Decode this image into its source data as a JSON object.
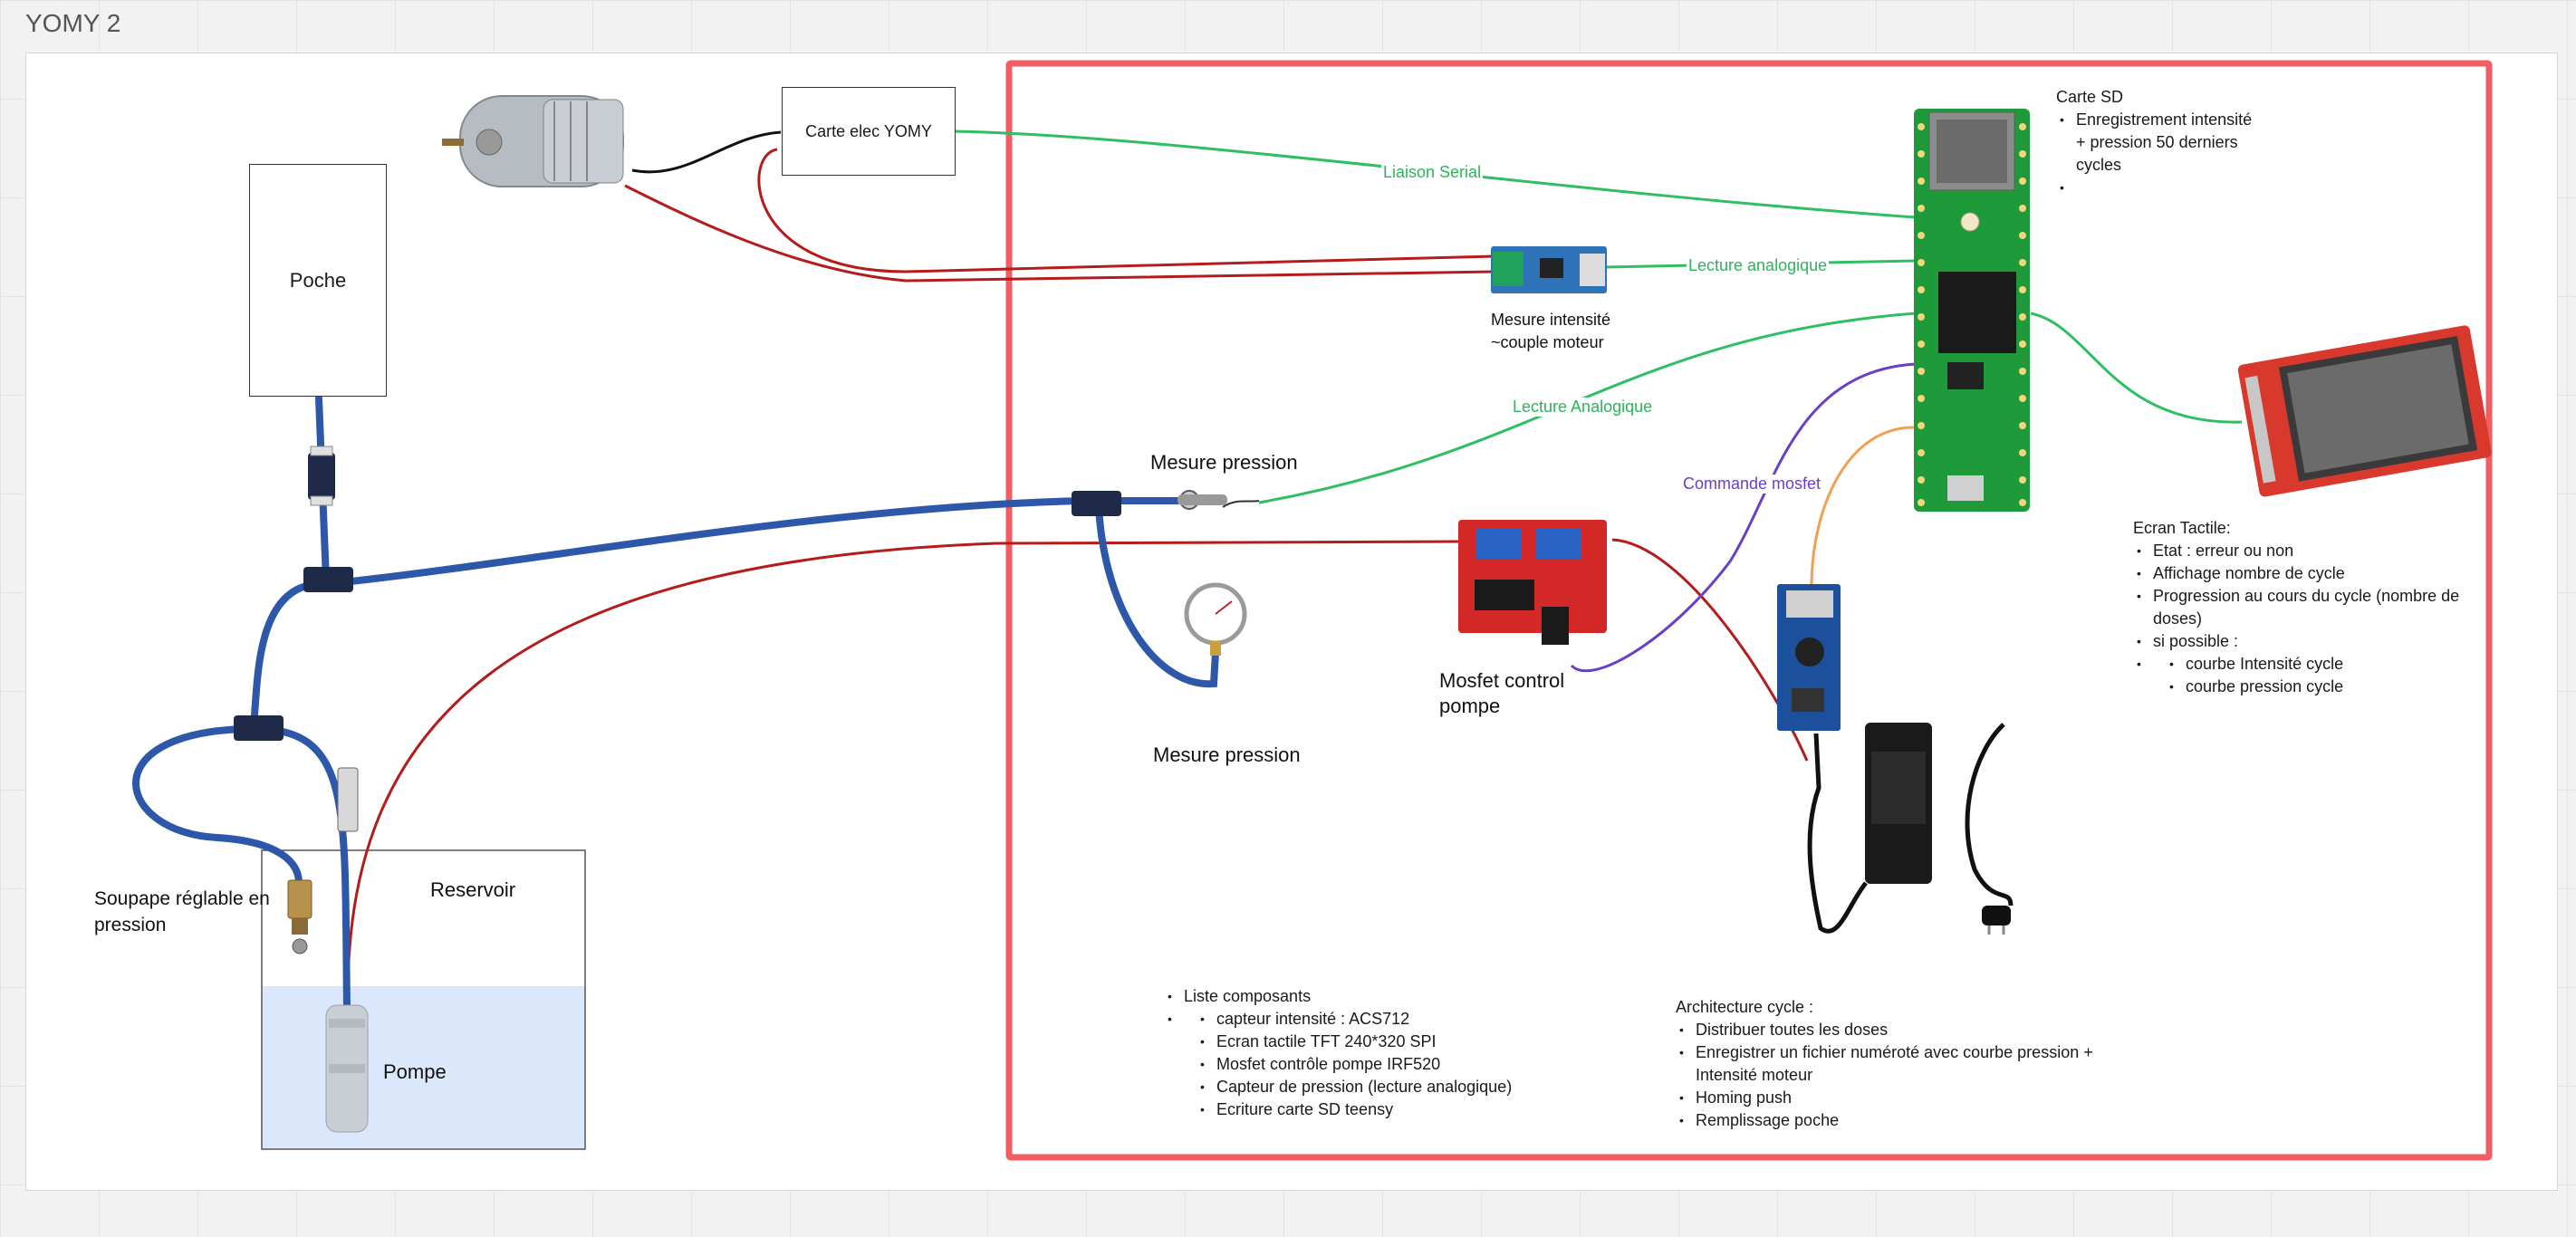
{
  "board": {
    "title": "YOMY 2"
  },
  "colors": {
    "red_frame": "#f25c63",
    "green_wire": "#2fbf62",
    "red_wire": "#b41c1c",
    "blue_tube": "#2d57a8",
    "purple_wire": "#6a3fc8",
    "orange_wire": "#f0a050",
    "water": "#dbe8fb"
  },
  "nodes": {
    "poche": "Poche",
    "carte_elec": "Carte elec YOMY",
    "reservoir": "Reservoir",
    "pompe": "Pompe",
    "soupape": "Soupape réglable en pression",
    "mesure_pression_top": "Mesure pression",
    "mesure_pression_bottom": "Mesure pression",
    "mesure_intensite_1": "Mesure intensité",
    "mesure_intensite_2": "~couple moteur",
    "mosfet_1": "Mosfet control",
    "mosfet_2": "pompe"
  },
  "wire_labels": {
    "liaison_serial": "Liaison Serial",
    "lecture_analogique_1": "Lecture analogique",
    "lecture_analogique_2": "Lecture Analogique",
    "commande_mosfet": "Commande mosfet"
  },
  "carte_sd": {
    "title": "Carte SD",
    "items": [
      "Enregistrement intensité + pression 50 derniers cycles",
      ""
    ]
  },
  "ecran_tactile": {
    "title": "Ecran Tactile:",
    "items": [
      "Etat : erreur ou non",
      "Affichage nombre de cycle",
      "Progression au cours du cycle (nombre de doses)",
      "si possible :"
    ],
    "sub_items": [
      "courbe Intensité cycle",
      "courbe pression cycle"
    ]
  },
  "liste_composants": {
    "title": "Liste composants",
    "items": [
      "capteur intensité : ACS712",
      "Ecran tactile TFT 240*320 SPI",
      "Mosfet contrôle pompe IRF520",
      "Capteur de pression (lecture analogique)",
      "Ecriture carte SD teensy"
    ]
  },
  "architecture": {
    "title": "Architecture cycle :",
    "items": [
      "Distribuer toutes les doses",
      "Enregistrer un fichier numéroté avec courbe pression + Intensité moteur",
      "Homing push",
      "Remplissage poche"
    ]
  },
  "images": {
    "motor": "dc-motor-icon",
    "teensy": "teensy-board-icon",
    "tft": "tft-screen-icon",
    "acs712": "current-sensor-icon",
    "mosfet": "mosfet-module-icon",
    "buck": "buck-converter-icon",
    "psu": "power-supply-icon",
    "gauge": "pressure-gauge-icon",
    "pump": "submersible-pump-icon"
  }
}
